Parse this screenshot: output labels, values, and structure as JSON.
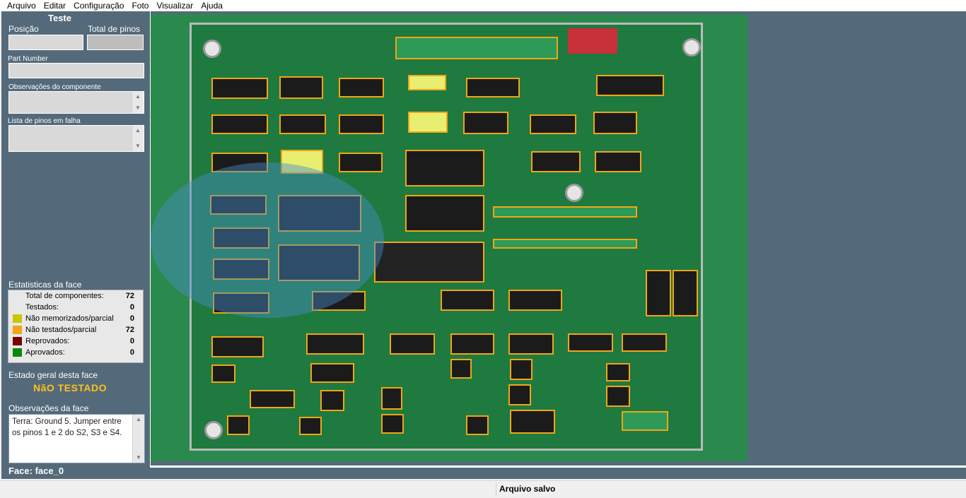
{
  "menu": [
    "Arquivo",
    "Editar",
    "Configuração",
    "Foto",
    "Visualizar",
    "Ajuda"
  ],
  "panel": {
    "title": "Teste",
    "position_label": "Posição",
    "total_pins_label": "Total de pinos",
    "part_number_label": "Part Number",
    "component_notes_label": "Observações do componente",
    "failed_pins_label": "Lista de pinos em falha",
    "stats_label": "Estatisticas da face",
    "stats": {
      "total_label": "Total de componentes:",
      "total_value": "72",
      "tested_label": "Testados:",
      "tested_value": "0",
      "not_memorized_label": "Não memorizados/parcial",
      "not_memorized_value": "0",
      "not_tested_label": "Não testados/parcial",
      "not_tested_value": "72",
      "failed_label": "Reprovados:",
      "failed_value": "0",
      "approved_label": "Aprovados:",
      "approved_value": "0"
    },
    "status_colors": {
      "not_memorized": "#c8c800",
      "not_tested": "#f2a516",
      "failed": "#7a0000",
      "approved": "#0a8a0a"
    },
    "overall_label": "Estado geral desta face",
    "overall_value": "NãO TESTADO",
    "face_notes_label": "Observações da face",
    "face_notes_text": "Terra: Ground 5. Jumper entre os pinos 1 e 2 do S2, S3 e S4.",
    "face_label": "Face: face_0"
  },
  "statusbar": {
    "message": "Arquivo salvo"
  }
}
